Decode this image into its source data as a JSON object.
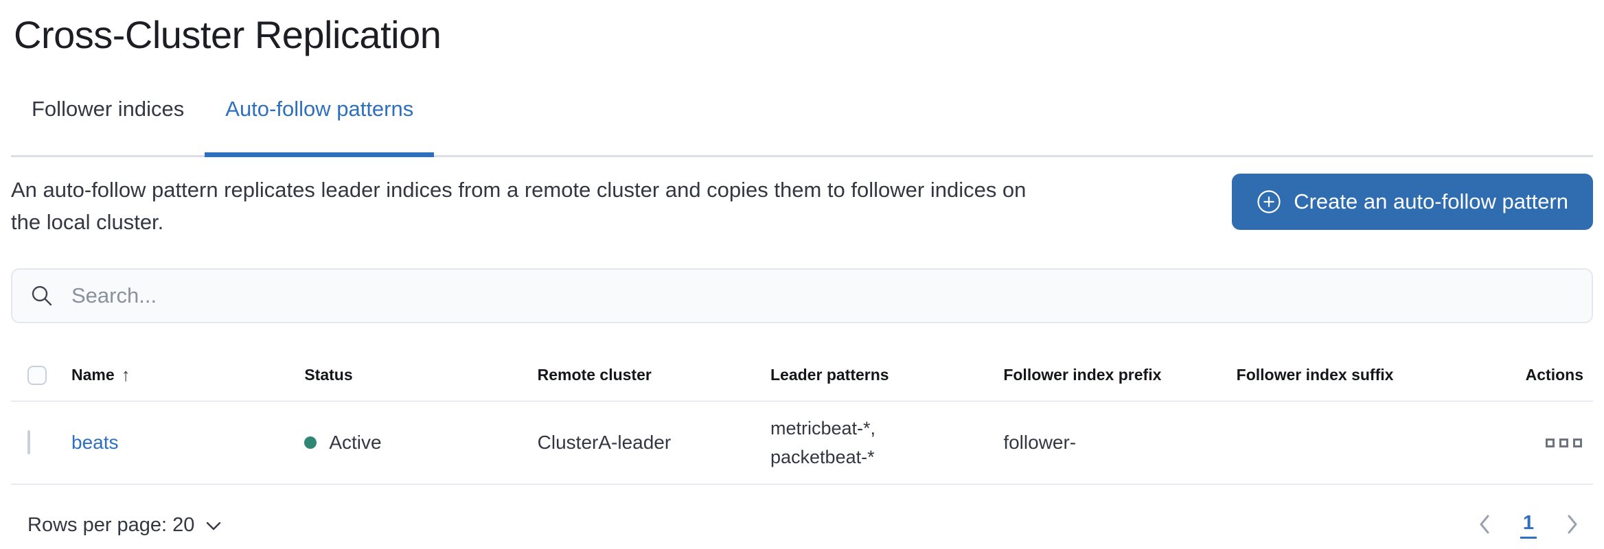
{
  "page": {
    "title": "Cross-Cluster Replication"
  },
  "tabs": [
    {
      "label": "Follower indices",
      "active": false
    },
    {
      "label": "Auto-follow patterns",
      "active": true
    }
  ],
  "intro": {
    "description": "An auto-follow pattern replicates leader indices from a remote cluster and copies them to follower indices on the local cluster.",
    "create_button_label": "Create an auto-follow pattern",
    "create_button_icon": "plus-in-circle-icon"
  },
  "search": {
    "placeholder": "Search...",
    "value": "",
    "icon": "search-icon"
  },
  "table": {
    "columns": [
      "Name",
      "Status",
      "Remote cluster",
      "Leader patterns",
      "Follower index prefix",
      "Follower index suffix",
      "Actions"
    ],
    "sort": {
      "column": "Name",
      "direction": "ascending",
      "indicator": "↑"
    },
    "rows": [
      {
        "name": "beats",
        "status": "Active",
        "remote_cluster": "ClusterA-leader",
        "leader_patterns": "metricbeat-*, packetbeat-*",
        "follower_index_prefix": "follower-",
        "follower_index_suffix": "",
        "actions_icon": "boxes-horizontal-icon"
      }
    ]
  },
  "footer": {
    "rows_per_page_label": "Rows per page: 20",
    "pagination": {
      "previous_icon": "chevron-left-icon",
      "active_page": "1",
      "next_icon": "chevron-right-icon"
    }
  },
  "colors": {
    "primary_blue": "#2e70c0",
    "button_background": "#2f6db0",
    "status_active_dot": "#2f8673",
    "border": "#d3dae6",
    "text": "#343741",
    "heading_text": "#1d1e24",
    "muted_text": "#8a90a0"
  }
}
